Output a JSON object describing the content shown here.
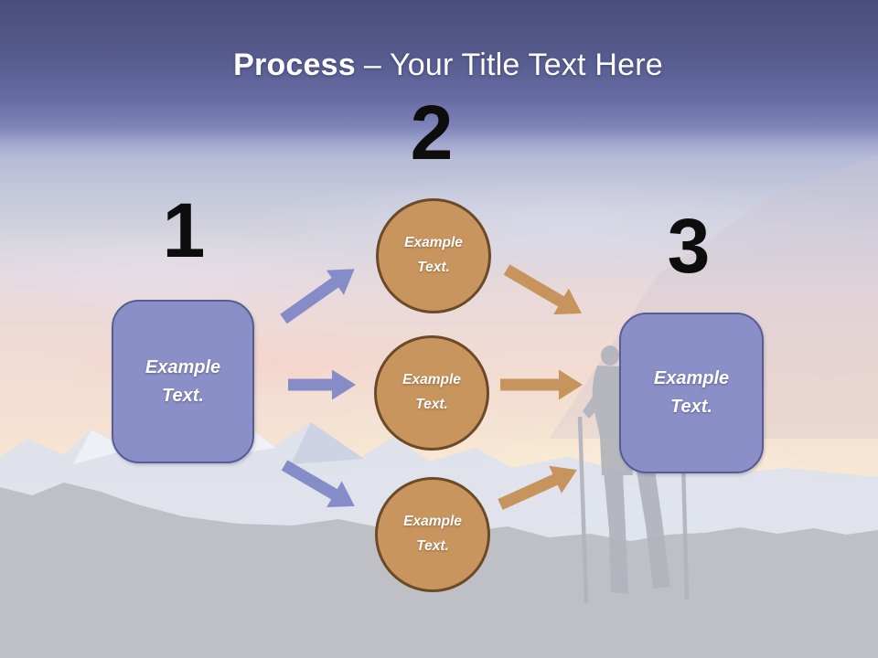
{
  "colors": {
    "header-grad-top": "#4a4e7c",
    "header-grad-mid": "#666ba3",
    "title-text": "#ffffff",
    "number-text": "#0d0d0d",
    "box-fill": "#8a8fc7",
    "box-border": "#575d93",
    "box-text": "#ffffff",
    "circle-fill": "#c9955e",
    "circle-border": "#6b4a28",
    "circle-text": "#ffffff",
    "arrow-purple": "#868cc7",
    "arrow-orange": "#c6945c"
  },
  "title": {
    "bold": "Process",
    "regular": "– Your Title Text Here"
  },
  "steps": [
    {
      "number": "1",
      "box_text": "Example\nText."
    },
    {
      "number": "2"
    },
    {
      "number": "3",
      "box_text": "Example\nText."
    }
  ],
  "circles": [
    {
      "text": "Example\nText."
    },
    {
      "text": "Example\nText."
    },
    {
      "text": "Example\nText."
    }
  ]
}
